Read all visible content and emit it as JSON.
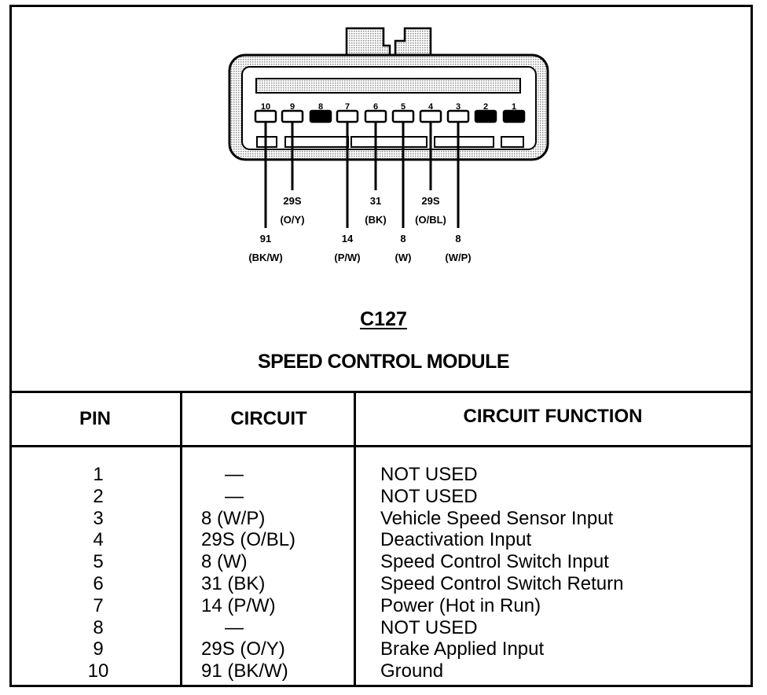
{
  "connector": {
    "id": "C127",
    "name": "SPEED CONTROL MODULE",
    "cavity_numbers": [
      "10",
      "9",
      "8",
      "7",
      "6",
      "5",
      "4",
      "3",
      "2",
      "1"
    ],
    "wire_labels": [
      {
        "pin": "9",
        "circuit": "29S",
        "color": "(O/Y)"
      },
      {
        "pin": "6",
        "circuit": "31",
        "color": "(BK)"
      },
      {
        "pin": "4",
        "circuit": "29S",
        "color": "(O/BL)"
      },
      {
        "pin": "10",
        "circuit": "91",
        "color": "(BK/W)"
      },
      {
        "pin": "7",
        "circuit": "14",
        "color": "(P/W)"
      },
      {
        "pin": "5",
        "circuit": "8",
        "color": "(W)"
      },
      {
        "pin": "3",
        "circuit": "8",
        "color": "(W/P)"
      }
    ]
  },
  "table": {
    "headers": [
      "PIN",
      "CIRCUIT",
      "CIRCUIT FUNCTION"
    ],
    "rows": [
      {
        "pin": "1",
        "circuit": "—",
        "function": "NOT USED"
      },
      {
        "pin": "2",
        "circuit": "—",
        "function": "NOT USED"
      },
      {
        "pin": "3",
        "circuit": "8 (W/P)",
        "function": "Vehicle Speed Sensor Input"
      },
      {
        "pin": "4",
        "circuit": "29S (O/BL)",
        "function": "Deactivation Input"
      },
      {
        "pin": "5",
        "circuit": "8 (W)",
        "function": "Speed Control Switch Input"
      },
      {
        "pin": "6",
        "circuit": "31 (BK)",
        "function": "Speed Control Switch Return"
      },
      {
        "pin": "7",
        "circuit": "14 (P/W)",
        "function": "Power (Hot in Run)"
      },
      {
        "pin": "8",
        "circuit": "—",
        "function": "NOT USED"
      },
      {
        "pin": "9",
        "circuit": "29S (O/Y)",
        "function": "Brake Applied Input"
      },
      {
        "pin": "10",
        "circuit": "91 (BK/W)",
        "function": "Ground"
      }
    ]
  }
}
